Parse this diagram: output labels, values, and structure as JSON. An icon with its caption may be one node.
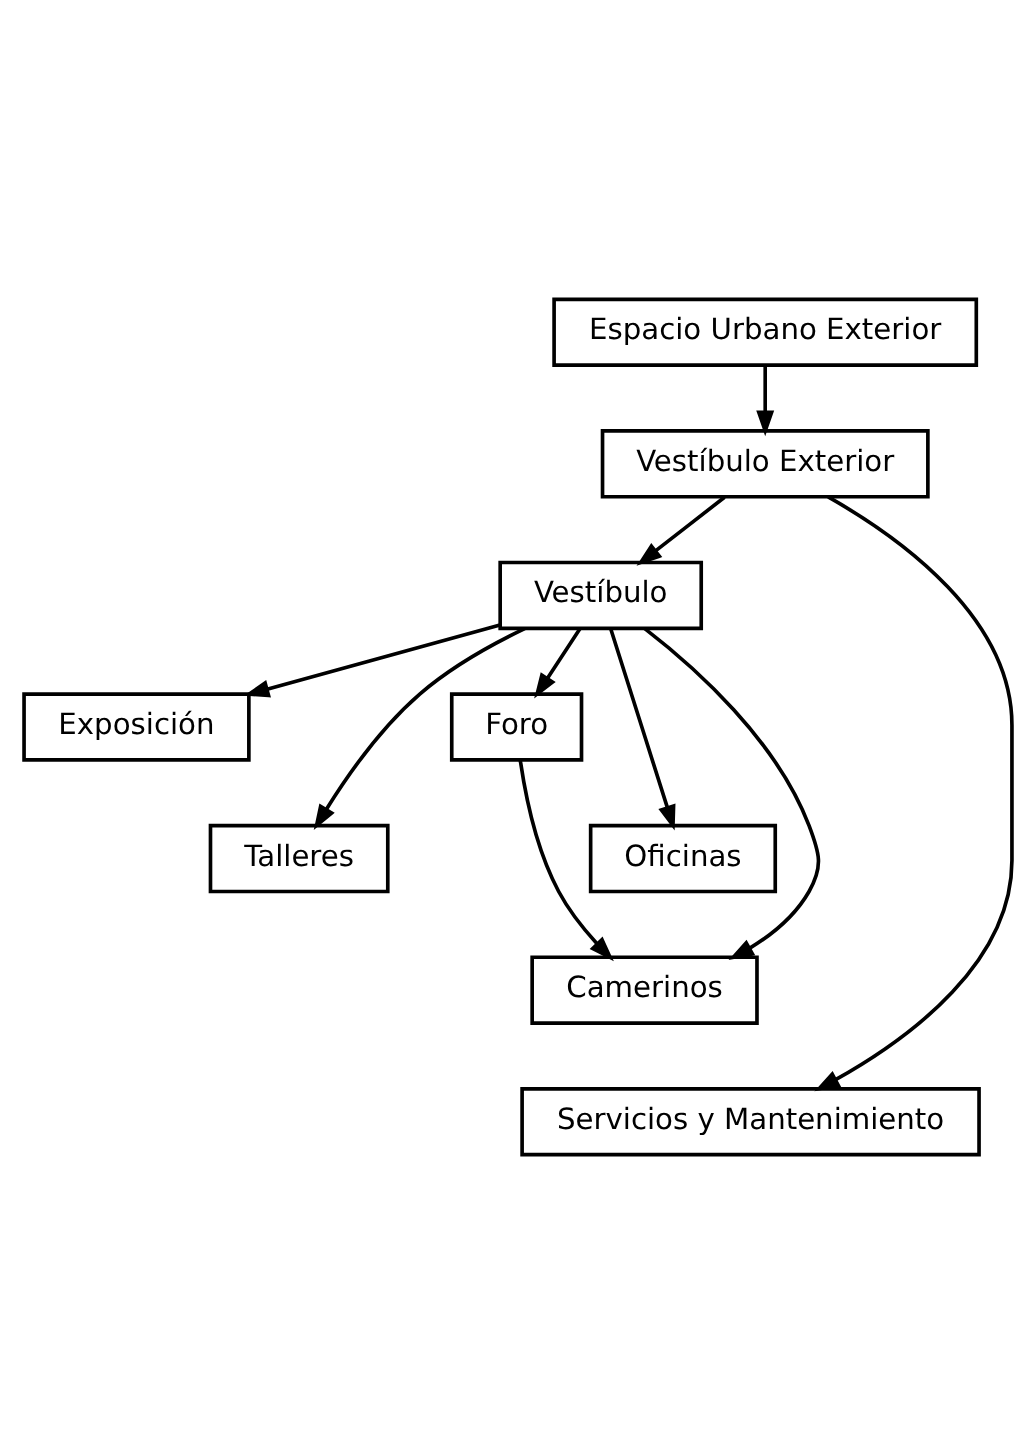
{
  "diagram": {
    "nodes": [
      {
        "text": [
          "Espacio Urbano Exterior"
        ]
      },
      {
        "text": [
          "Vestíbulo Exterior"
        ]
      },
      {
        "text": [
          "Vestíbulo"
        ]
      },
      {
        "text": [
          "Exposición"
        ]
      },
      {
        "text": [
          "Foro"
        ]
      },
      {
        "text": [
          "Talleres"
        ]
      },
      {
        "text": [
          "Oficinas"
        ]
      },
      {
        "text": [
          "Camerinos"
        ]
      },
      {
        "text": [
          "Servicios y Mantenimiento"
        ]
      }
    ],
    "edges": [
      {
        "from": 0,
        "to": 1,
        "arrow": "to"
      },
      {
        "from": 1,
        "to": 2,
        "arrow": "to"
      },
      {
        "from": 1,
        "to": 8,
        "arrow": "to"
      },
      {
        "from": 2,
        "to": 3,
        "arrow": "to"
      },
      {
        "from": 2,
        "to": 4,
        "arrow": "to"
      },
      {
        "from": 2,
        "to": 5,
        "arrow": "to"
      },
      {
        "from": 2,
        "to": 6,
        "arrow": "to"
      },
      {
        "from": 2,
        "to": 7,
        "arrow": "to"
      },
      {
        "from": 4,
        "to": 7,
        "arrow": "to"
      }
    ]
  }
}
